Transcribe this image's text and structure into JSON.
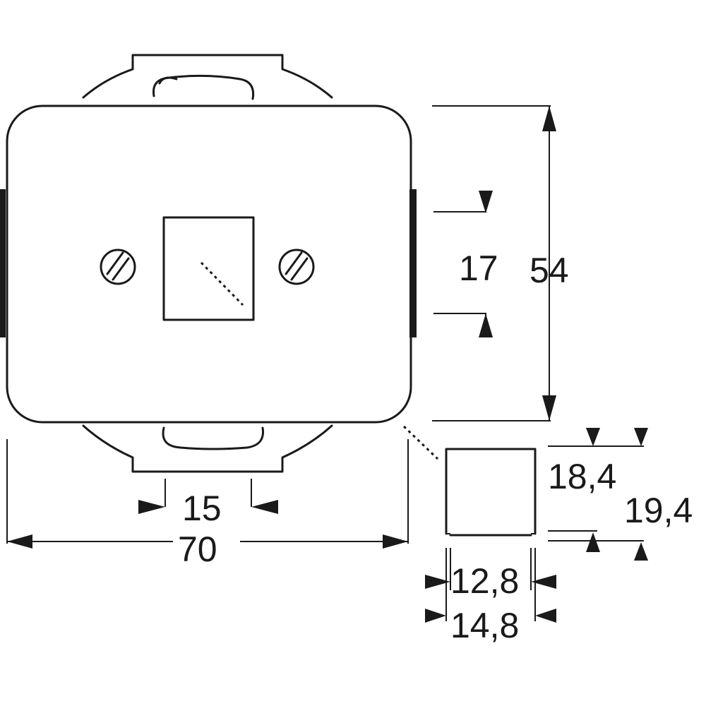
{
  "drawing": {
    "dimensions": {
      "overall_width": "70",
      "overall_height": "54",
      "opening_height": "17",
      "bottom_span": "15",
      "socket_width_inner": "12,8",
      "socket_width_outer": "14,8",
      "socket_height_inner": "18,4",
      "socket_height_outer": "19,4"
    },
    "colors": {
      "line": "#1a1a1a",
      "background": "#ffffff"
    }
  }
}
